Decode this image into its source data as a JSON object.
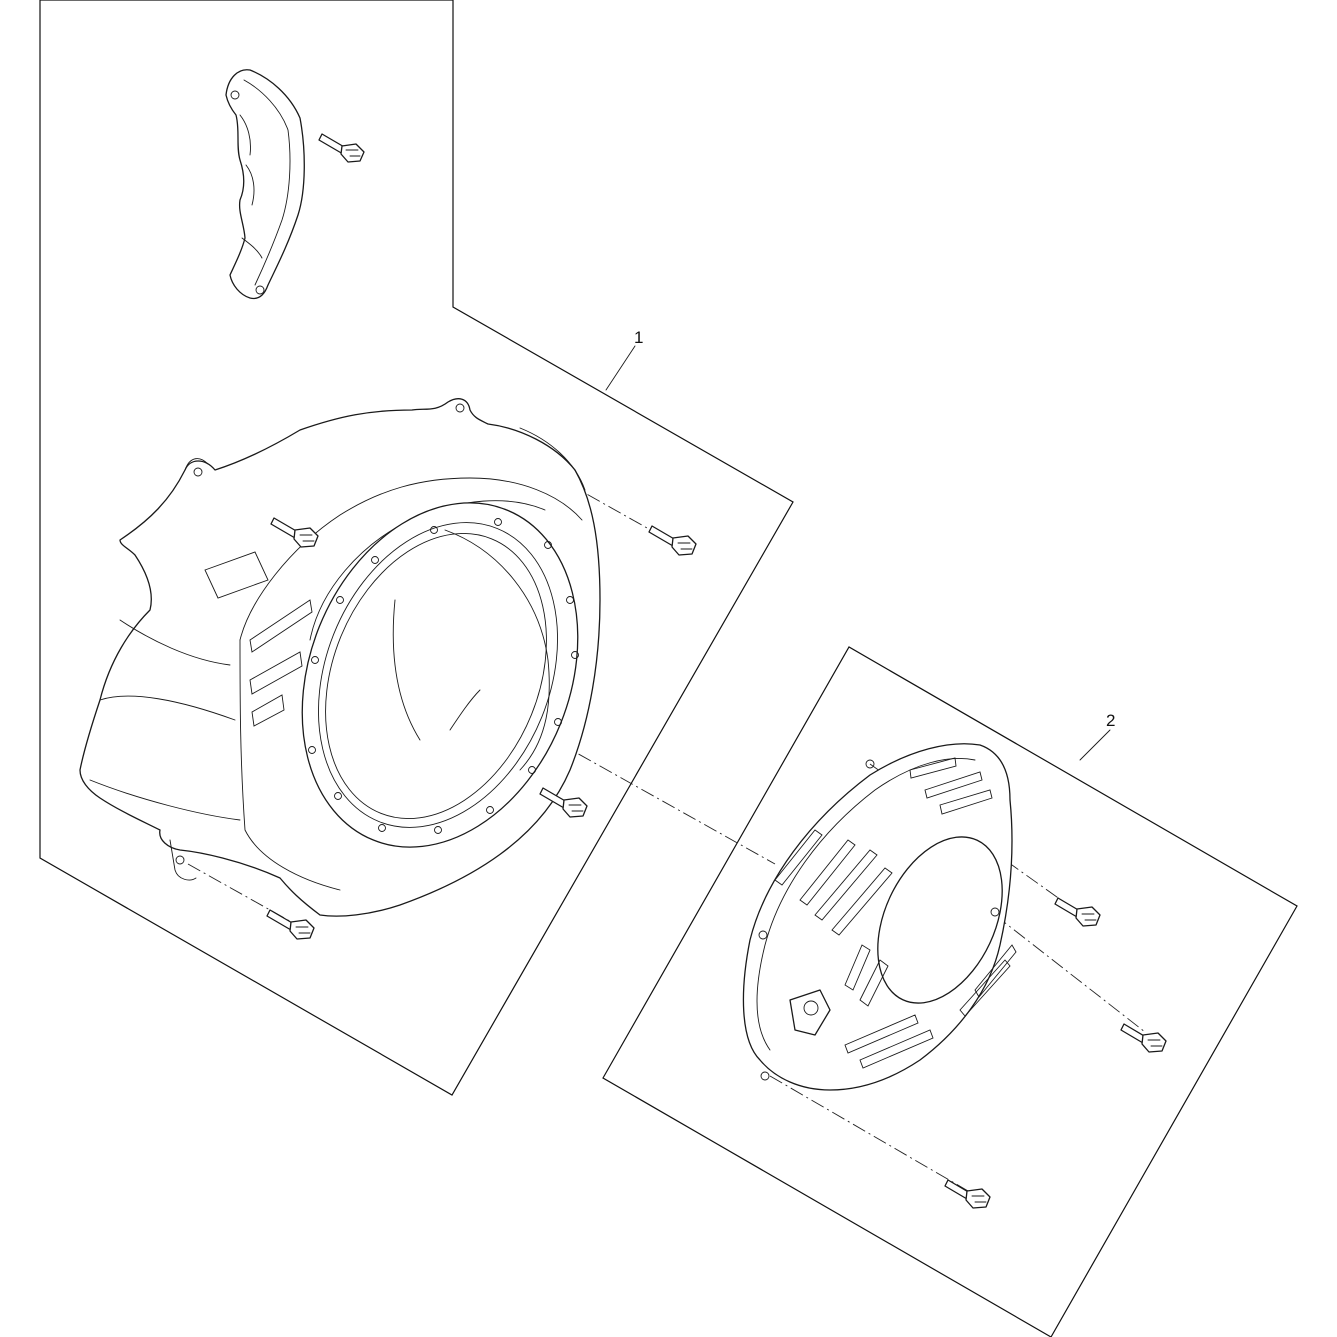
{
  "callouts": [
    {
      "id": "1",
      "label": "1"
    },
    {
      "id": "2",
      "label": "2"
    }
  ],
  "colors": {
    "line": "#1a1a1a",
    "background": "#ffffff"
  },
  "parts": [
    {
      "name": "blower-housing",
      "callout": "1"
    },
    {
      "name": "recoil-starter-cover",
      "callout": "2"
    },
    {
      "name": "guard-bracket",
      "callout": ""
    },
    {
      "name": "flange-bolt",
      "callout": ""
    }
  ]
}
